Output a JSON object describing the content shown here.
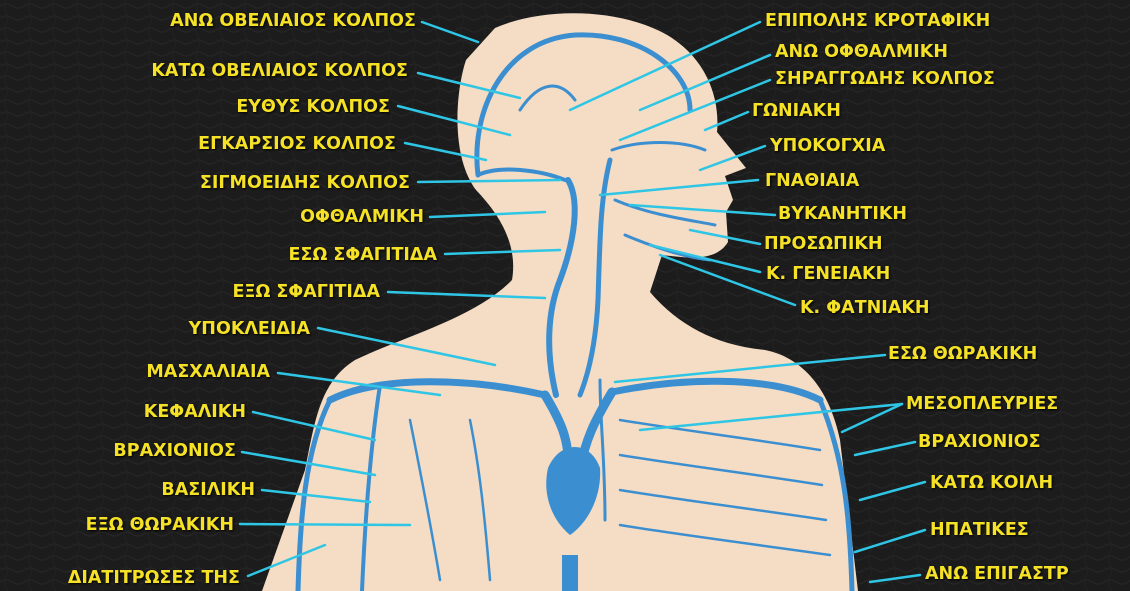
{
  "colors": {
    "background": "#1c1c1c",
    "skin": "#f5dcc4",
    "vein": "#3b8fd0",
    "vein_light": "#5aa6de",
    "leader": "#2fc6e6",
    "label": "#f5e126"
  },
  "labels_left": [
    "ΑΝΩ ΟΒΕΛΙΑΙΟΣ ΚΟΛΠΟΣ",
    "ΚΑΤΩ ΟΒΕΛΙΑΙΟΣ ΚΟΛΠΟΣ",
    "ΕΥΘΥΣ ΚΟΛΠΟΣ",
    "ΕΓΚΑΡΣΙΟΣ ΚΟΛΠΟΣ",
    "ΣΙΓΜΟΕΙΔΗΣ ΚΟΛΠΟΣ",
    "ΟΦΘΑΛΜΙΚΗ",
    "ΕΣΩ ΣΦΑΓΙΤΙΔΑ",
    "ΕΞΩ ΣΦΑΓΙΤΙΔΑ",
    "ΥΠΟΚΛΕΙΔΙΑ",
    "ΜΑΣΧΑΛΙΑΙΑ",
    "ΚΕΦΑΛΙΚΗ",
    "ΒΡΑΧΙΟΝΙΟΣ",
    "ΒΑΣΙΛΙΚΗ",
    "ΕΞΩ ΘΩΡΑΚΙΚΗ",
    "ΔΙΑΤΙΤΡΩΣΕΣ ΤΗΣ"
  ],
  "labels_right": [
    "ΕΠΙΠΟΛΗΣ ΚΡΟΤΑΦΙΚΗ",
    "ΑΝΩ ΟΦΘΑΛΜΙΚΗ",
    "ΣΗΡΑΓΓΩΔΗΣ ΚΟΛΠΟΣ",
    "ΓΩΝΙΑΚΗ",
    "ΥΠΟΚΟΓΧΙΑ",
    "ΓΝΑΘΙΑΙΑ",
    "ΒΥΚΑΝΗΤΙΚΗ",
    "ΠΡΟΣΩΠΙΚΗ",
    "Κ. ΓΕΝΕΙΑΚΗ",
    "Κ. ΦΑΤΝΙΑΚΗ",
    "ΕΣΩ ΘΩΡΑΚΙΚΗ",
    "ΜΕΣΟΠΛΕΥΡΙΕΣ",
    "ΒΡΑΧΙΟΝΙΟΣ",
    "ΚΑΤΩ ΚΟΙΛΗ",
    "ΗΠΑΤΙΚΕΣ",
    "ΑΝΩ ΕΠΙΓΑΣΤΡ"
  ]
}
